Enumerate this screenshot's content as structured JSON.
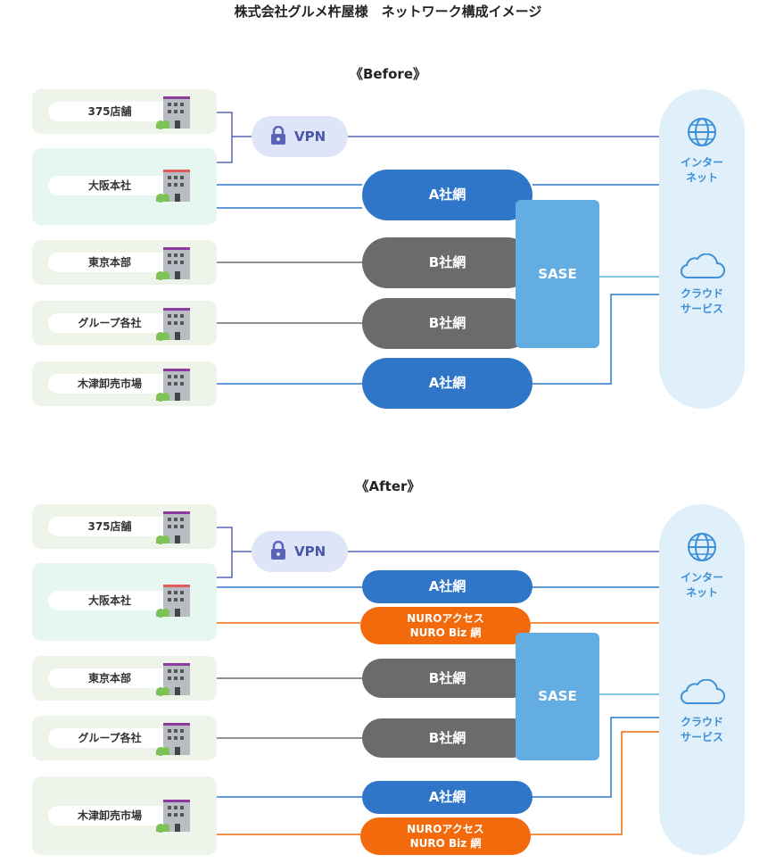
{
  "title": "株式会社グルメ杵屋様　ネットワーク構成イメージ",
  "before": {
    "heading": "《Before》",
    "sites": [
      "375店舗",
      "大阪本社",
      "東京本部",
      "グループ各社",
      "木津卸売市場"
    ],
    "vpn": "VPN",
    "networks": {
      "a1": "A社網",
      "b1": "B社網",
      "b2": "B社網",
      "a2": "A社網"
    },
    "sase": "SASE",
    "internet": [
      "インター",
      "ネット"
    ],
    "cloud": [
      "クラウド",
      "サービス"
    ]
  },
  "after": {
    "heading": "《After》",
    "sites": [
      "375店舗",
      "大阪本社",
      "東京本部",
      "グループ各社",
      "木津卸売市場"
    ],
    "vpn": "VPN",
    "networks": {
      "a1": "A社網",
      "b1": "B社網",
      "b2": "B社網",
      "a2": "A社網"
    },
    "nuro1": [
      "NUROアクセス",
      "NURO Biz 網"
    ],
    "nuro2": [
      "NUROアクセス",
      "NURO Biz 網"
    ],
    "sase": "SASE",
    "internet": [
      "インター",
      "ネット"
    ],
    "cloud": [
      "クラウド",
      "サービス"
    ]
  },
  "colors": {
    "vpn_line": "#5a63b8",
    "a_net": "#2f76c9",
    "b_net": "#6b6b6b",
    "nuro": "#f26a0c",
    "sase": "#64ade2",
    "endpoint_bg": "#dff0fb",
    "site_box_green": "#eef4e9",
    "site_box_mint": "#e6f6f1"
  }
}
